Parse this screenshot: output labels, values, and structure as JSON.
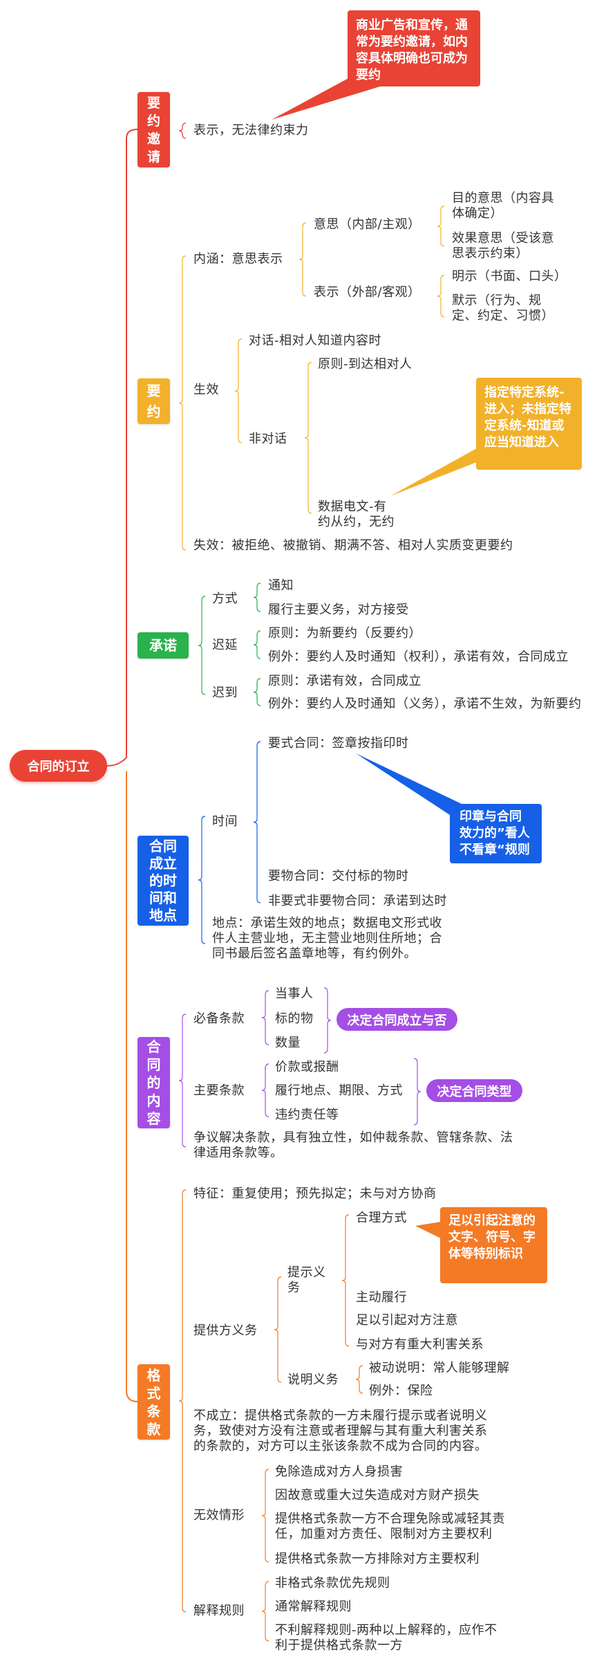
{
  "root": "合同的订立",
  "colors": {
    "invitation": "#e94335",
    "offer": "#f2b12a",
    "acceptance": "#2ab24c",
    "formation": "#1660e8",
    "content": "#a54ee6",
    "standard": "#f47a26"
  },
  "invitation": {
    "label": "要约邀请",
    "item": "表示，无法律约束力",
    "callout": "商业广告和宣传，通常为要约邀请，如内容具体明确也可成为要约"
  },
  "offer": {
    "label": "要约",
    "connotation": "内涵：意思表示",
    "intent": "意思（内部/主观）",
    "intent_items": [
      "目的意思（内容具体确定）",
      "效果意思（受该意思表示约束）"
    ],
    "expression": "表示（外部/客观）",
    "expression_items": [
      "明示（书面、口头）",
      "默示（行为、规定、约定、习惯）"
    ],
    "effective": "生效",
    "dialogue": "对话-相对人知道内容时",
    "non_dialogue": "非对话",
    "principle": "原则-到达相对人",
    "data_message": "数据电文-有约从约，无约",
    "callout": "指定特定系统-进入；未指定特定系统-知道或应当知道进入",
    "invalid": "失效：被拒绝、被撤销、期满不答、相对人实质变更要约"
  },
  "acceptance": {
    "label": "承诺",
    "method": "方式",
    "method_items": [
      "通知",
      "履行主要义务，对方接受"
    ],
    "delay": "迟延",
    "delay_items": [
      "原则：为新要约（反要约）",
      "例外：要约人及时通知（权利），承诺有效，合同成立"
    ],
    "late": "迟到",
    "late_items": [
      "原则：承诺有效，合同成立",
      "例外：要约人及时通知（义务），承诺不生效，为新要约"
    ]
  },
  "formation": {
    "label": "合同成立的时间和地点",
    "time": "时间",
    "time_items": [
      "要式合同：签章按指印时",
      "要物合同：交付标的物时",
      "非要式非要物合同：承诺到达时"
    ],
    "callout": "印章与合同效力的”看人不看章“规则",
    "place": "地点：承诺生效的地点；数据电文形式收件人主营业地，无主营业地则住所地；合同书最后签名盖章地等，有约例外。"
  },
  "content": {
    "label": "合同的内容",
    "required": "必备条款",
    "required_items": [
      "当事人",
      "标的物",
      "数量"
    ],
    "required_note": "决定合同成立与否",
    "main": "主要条款",
    "main_items": [
      "价款或报酬",
      "履行地点、期限、方式",
      "违约责任等"
    ],
    "main_note": "决定合同类型",
    "dispute": "争议解决条款，具有独立性，如仲裁条款、管辖条款、法律适用条款等。"
  },
  "standard": {
    "label": "格式条款",
    "feature": "特征：重复使用；预先拟定；未与对方协商",
    "duty": "提供方义务",
    "notice_duty": "提示义务",
    "notice_items": [
      "合理方式",
      "主动履行",
      "足以引起对方注意",
      "与对方有重大利害关系"
    ],
    "notice_callout": "足以引起注意的文字、符号、字体等特别标识",
    "explain_duty": "说明义务",
    "explain_items": [
      "被动说明：常人能够理解",
      "例外：保险"
    ],
    "not_formed": "不成立：提供格式条款的一方未履行提示或者说明义务，致使对方没有注意或者理解与其有重大利害关系的条款的，对方可以主张该条款不成为合同的内容。",
    "void": "无效情形",
    "void_items": [
      "免除造成对方人身损害",
      "因故意或重大过失造成对方财产损失",
      "提供格式条款一方不合理免除或减轻其责任，加重对方责任、限制对方主要权利",
      "提供格式条款一方排除对方主要权利"
    ],
    "interpret": "解释规则",
    "interpret_items": [
      "非格式条款优先规则",
      "通常解释规则",
      "不利解释规则-两种以上解释的，应作不利于提供格式条款一方"
    ]
  }
}
